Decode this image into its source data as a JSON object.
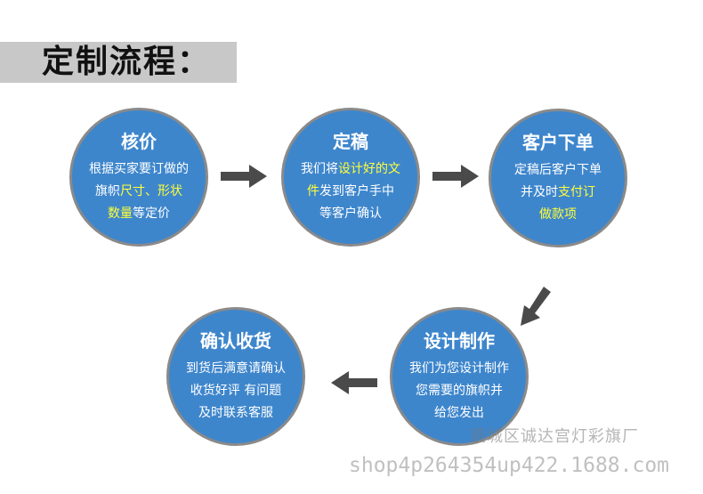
{
  "header": {
    "title": "定制流程："
  },
  "steps": [
    {
      "title": "核价",
      "lines": [
        [
          "根据买家要订做的"
        ],
        [
          "旗帜",
          "尺寸、形状"
        ],
        [
          "数量",
          "等定价"
        ]
      ]
    },
    {
      "title": "定稿",
      "lines": [
        [
          "我们将",
          "设计好的文"
        ],
        [
          "件",
          "发到客户手中"
        ],
        [
          "等客户确认"
        ]
      ]
    },
    {
      "title": "客户下单",
      "lines": [
        [
          "定稿后客户下单"
        ],
        [
          "并及时",
          "支付订"
        ],
        [
          "做款项"
        ]
      ]
    },
    {
      "title": "设计制作",
      "lines": [
        [
          "我们为您设计制作"
        ],
        [
          "您需要的旗帜并"
        ],
        [
          "给您发出"
        ]
      ]
    },
    {
      "title": "确认收货",
      "lines": [
        [
          "到货后满意请确认"
        ],
        [
          "收货好评 有问题"
        ],
        [
          "及时联系客服"
        ]
      ]
    }
  ],
  "watermark": {
    "shop_name": "蓑城区诚达宫灯彩旗厂",
    "url": "shop4p264354up422.1688.com"
  },
  "colors": {
    "circle": "#3e86cc",
    "highlight": "#ffff3a",
    "arrow": "#4a4a4a"
  }
}
